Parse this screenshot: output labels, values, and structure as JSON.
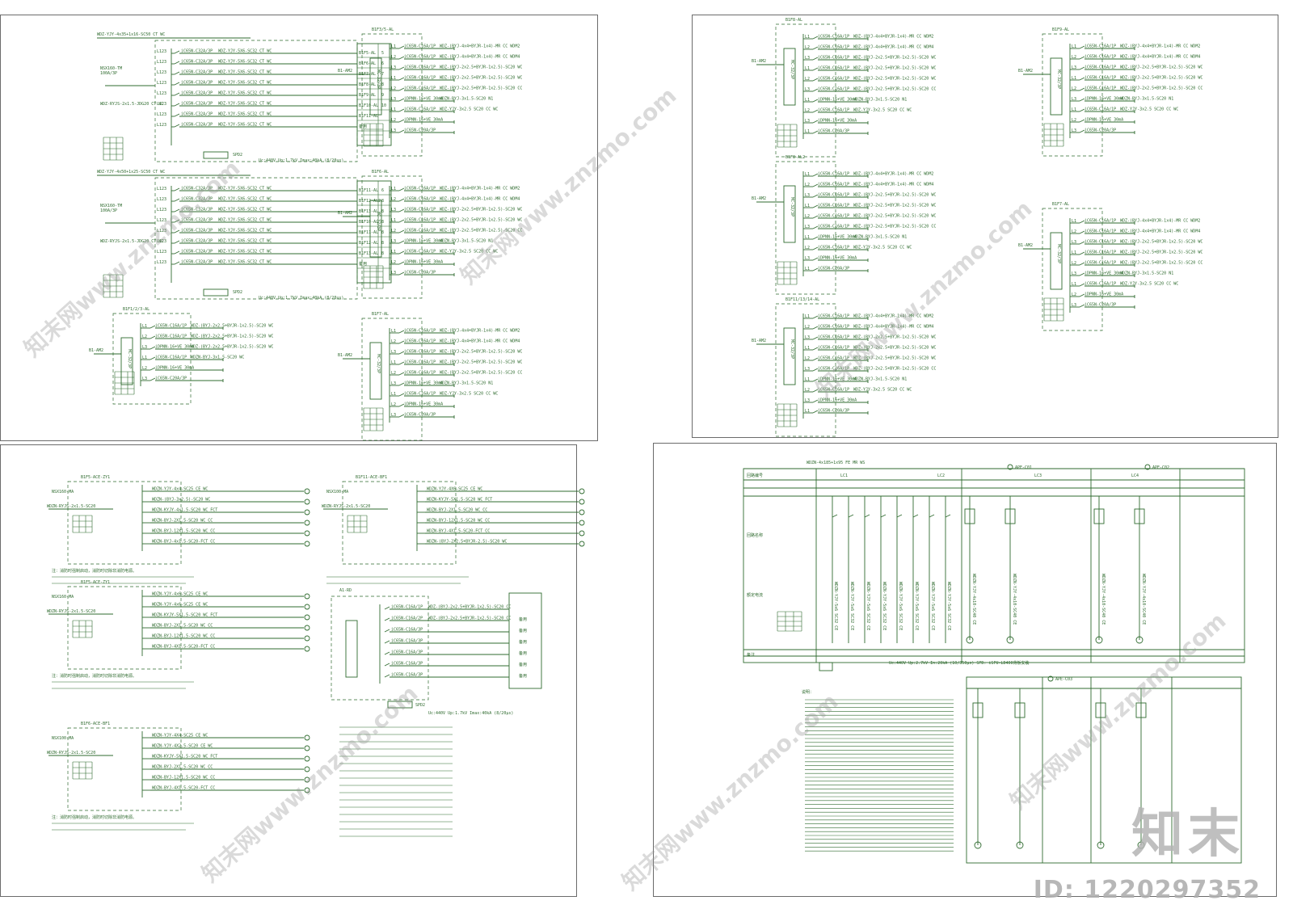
{
  "watermark": {
    "text": "知末网www.znzmo.com",
    "logo": "知末",
    "id_label": "ID: 1220297352"
  },
  "colors": {
    "line": "#2f6b2f",
    "frame": "#6b6b6b",
    "watermark": "#969696"
  },
  "sheet1": {
    "panels": [
      {
        "label": "WDZ-YJY-4x35+1x16-SC50 CT WC",
        "sub": "B1F5-AL",
        "breakers": [
          "iC65N-C32A/3P",
          "iC65N-C32A/3P",
          "iC65N-C32A/3P",
          "iC65N-C32A/3P",
          "iC65N-C32A/3P",
          "iC65N-C32A/3P",
          "iC65N-C32A/3P",
          "iC65N-C32A/3P"
        ],
        "cable": "WDZ-YJY-5X6-SC32 CT WC",
        "targets": [
          "B1F5-AL",
          "B1F6-AL",
          "B1F7-AL",
          "B1F8-AL",
          "B1F9-AL",
          "B1F10-AL",
          "B1F11-AL",
          "备用"
        ],
        "nums": [
          "5",
          "6",
          "7",
          "8",
          "9",
          "10"
        ],
        "spd": "SPD2",
        "spec": "Uc:440V Up:1.7kV Imax:40kA (8/20μs)"
      },
      {
        "label": "WDZ-YJY-4x50+1x25-SC50 CT WC",
        "sub": "B1-AM2",
        "breakers": [
          "iC65N-C32A/3P",
          "iC65N-C32A/3P",
          "iC65N-C32A/3P",
          "iC65N-C32A/3P",
          "iC65N-C32A/3P",
          "iC65N-C32A/3P",
          "iC65N-C32A/3P",
          "iC65N-C32A/3P"
        ],
        "cable": "WDZ-YJY-5X6-SC32 CT WC",
        "targets": [
          "B1F11-AL",
          "B1F12-AL2",
          "B1F13-AL",
          "B1F10-AL",
          "B1F11-AL",
          "B1F12-AL",
          "B1F13-AL",
          "备用"
        ],
        "nums": [
          "6",
          "8",
          "8",
          "8",
          "8",
          "8",
          "8"
        ],
        "spd": "SPD2",
        "spec": "Uc:440V Up:1.7kV Imax:40kA (8/20μs)"
      }
    ],
    "small_panel": {
      "title": "B1F1/2/3-AL",
      "rows": [
        "iC65N-C16A/1P",
        "iC65N-C16A/1P",
        "iDPNN-16+VE 30mA",
        "iC65N-C16A/1P",
        "iDPNN-16+VE 30mA",
        "iC65N-C20A/3P"
      ],
      "cables": [
        "WDZ-(BYJ-2x2.5+BYJR-1x2.5)-SC20 WC",
        "WDZ-(BYJ-2x2.5+BYJR-1x2.5)-SC20 WC",
        "WDZ-(BYJ-2x2.5+BYJR-1x2.5)-SC20 WC",
        "WDZN-BYJ-3x1.5-SC20 WC",
        "",
        ""
      ]
    },
    "branch_panels": [
      {
        "title": "B1F3/5-AL",
        "rows": [
          "iC65N-C16A/1P",
          "iC65N-C16A/1P",
          "iC65N-C16A/1P",
          "iC65N-C16A/1P",
          "iC65N-C16A/1P",
          "iDPNN-16+VE 30mA",
          "iC65N-C16A/1P",
          "iDPNN-16+VE 30mA",
          "iC65N-C20A/3P"
        ],
        "cables": [
          "WDZ-(BYJ-4x4+BYJR-1x4)-MR CC WDM2",
          "WDZ-(BYJ-4x4+BYJR-1x4)-MR CC WDM4",
          "WDZ-(BYJ-2x2.5+BYJR-1x2.5)-SC20 WC",
          "WDZ-(BYJ-2x2.5+BYJR-1x2.5)-SC20 WC",
          "WDZ-(BYJ-2x2.5+BYJR-1x2.5)-SC20 CC",
          "WDZN-BYJ-3x1.5-SC20 N1",
          "WDZ-YJY-3x2.5 SC20 CC WC",
          "",
          ""
        ]
      },
      {
        "title": "B1F6-AL",
        "rows": [
          "iC65N-C16A/1P",
          "iC65N-C16A/1P",
          "iC65N-C16A/1P",
          "iC65N-C16A/1P",
          "iC65N-C16A/1P",
          "iDPNN-16+VE 30mA",
          "iC65N-C16A/1P",
          "iDPNN-16+VE 30mA",
          "iC65N-C20A/3P"
        ],
        "cables": [
          "WDZ-(BYJ-4x4+BYJR-1x4)-MR CC WDM2",
          "WDZ-(BYJ-4x4+BYJR-1x4)-MR CC WDM4",
          "WDZ-(BYJ-2x2.5+BYJR-1x2.5)-SC20 WC",
          "WDZ-(BYJ-2x2.5+BYJR-1x2.5)-SC20 WC",
          "WDZ-(BYJ-2x2.5+BYJR-1x2.5)-SC20 CC",
          "WDZN-BYJ-3x1.5-SC20 N1",
          "WDZ-YJY-3x2.5 SC20 CC WC",
          "",
          ""
        ]
      },
      {
        "title": "B1F7-AL",
        "rows": [
          "iC65N-C16A/1P",
          "iC65N-C16A/1P",
          "iC65N-C16A/1P",
          "iC65N-C16A/1P",
          "iC65N-C16A/1P",
          "iDPNN-16+VE 30mA",
          "iC65N-C16A/1P",
          "iDPNN-16+VE 30mA",
          "iC65N-C20A/3P"
        ],
        "cables": [
          "WDZ-(BYJ-4x4+BYJR-1x4)-MR CC WDM2",
          "WDZ-(BYJ-4x4+BYJR-1x4)-MR CC WDM4",
          "WDZ-(BYJ-2x2.5+BYJR-1x2.5)-SC20 WC",
          "WDZ-(BYJ-2x2.5+BYJR-1x2.5)-SC20 WC",
          "WDZ-(BYJ-2x2.5+BYJR-1x2.5)-SC20 CC",
          "WDZN-BYJ-3x1.5-SC20 N1",
          "WDZ-YJY-3x2.5 SC20 CC WC",
          "",
          ""
        ]
      }
    ]
  },
  "sheet2": {
    "panels": [
      {
        "title": "B1F8-AL",
        "rows": [
          "iC65N-C16A/1P",
          "iC65N-C16A/1P",
          "iC65N-C16A/1P",
          "iC65N-C16A/1P",
          "iC65N-C16A/1P",
          "iC65N-C16A/1P",
          "iDPNN-16+VE 30mA",
          "iC65N-C16A/1P",
          "iDPNN-16+VE 30mA",
          "iC65N-C20A/3P"
        ],
        "cables": [
          "WDZ-(BYJ-4x4+BYJR-1x4)-MR CC WDM2",
          "WDZ-(BYJ-4x4+BYJR-1x4)-MR CC WDM4",
          "WDZ-(BYJ-2x2.5+BYJR-1x2.5)-SC20 WC",
          "WDZ-(BYJ-2x2.5+BYJR-1x2.5)-SC20 WC",
          "WDZ-(BYJ-2x2.5+BYJR-1x2.5)-SC20 WC",
          "WDZ-(BYJ-2x2.5+BYJR-1x2.5)-SC20 CC",
          "WDZN-BYJ-3x1.5-SC20 N1",
          "WDZ-YJY-3x2.5 SC20 CC WC",
          "",
          ""
        ]
      },
      {
        "title": "B1F8-AL2",
        "rows": [
          "iC65N-C16A/1P",
          "iC65N-C16A/1P",
          "iC65N-C16A/1P",
          "iC65N-C16A/1P",
          "iC65N-C16A/1P",
          "iC65N-C16A/1P",
          "iDPNN-16+VE 30mA",
          "iC65N-C16A/1P",
          "iDPNN-16+VE 30mA",
          "iC65N-C20A/3P"
        ],
        "cables": [
          "WDZ-(BYJ-4x4+BYJR-1x4)-MR CC WDM2",
          "WDZ-(BYJ-4x4+BYJR-1x4)-MR CC WDM4",
          "WDZ-(BYJ-2x2.5+BYJR-1x2.5)-SC20 WC",
          "WDZ-(BYJ-2x2.5+BYJR-1x2.5)-SC20 WC",
          "WDZ-(BYJ-2x2.5+BYJR-1x2.5)-SC20 WC",
          "WDZ-(BYJ-2x2.5+BYJR-1x2.5)-SC20 CC",
          "WDZN-BYJ-3x1.5-SC20 N1",
          "WDZ-YJY-3x2.5 SC20 CC WC",
          "",
          ""
        ]
      },
      {
        "title": "B1F11/13/14-AL",
        "rows": [
          "iC65N-C16A/1P",
          "iC65N-C16A/1P",
          "iC65N-C16A/1P",
          "iC65N-C16A/1P",
          "iC65N-C16A/1P",
          "iC65N-C16A/1P",
          "iDPNN-16+VE 30mA",
          "iC65N-C16A/1P",
          "iDPNN-16+VE 30mA",
          "iC65N-C20A/3P"
        ],
        "cables": [
          "WDZ-(BYJ-4x4+BYJR-1x4)-MR CC WDM2",
          "WDZ-(BYJ-4x4+BYJR-1x4)-MR CC WDM4",
          "WDZ-(BYJ-2x2.5+BYJR-1x2.5)-SC20 WC",
          "WDZ-(BYJ-2x2.5+BYJR-1x2.5)-SC20 WC",
          "WDZ-(BYJ-2x2.5+BYJR-1x2.5)-SC20 WC",
          "WDZ-(BYJ-2x2.5+BYJR-1x2.5)-SC20 CC",
          "WDZN-BYJ-3x1.5-SC20 N1",
          "WDZ-YJY-3x2.5 SC20 CC WC",
          "",
          ""
        ]
      },
      {
        "title": "B1F9-AL",
        "rows": [
          "iC65N-C16A/1P",
          "iC65N-C16A/1P",
          "iC65N-C16A/1P",
          "iC65N-C16A/1P",
          "iC65N-C16A/1P",
          "iDPNN-16+VE 30mA",
          "iC65N-C16A/1P",
          "iDPNN-16+VE 30mA",
          "iC65N-C20A/3P"
        ],
        "cables": [
          "WDZ-(BYJ-4x4+BYJR-1x4)-MR CC WDM2",
          "WDZ-(BYJ-4x4+BYJR-1x4)-MR CC WDM4",
          "WDZ-(BYJ-2x2.5+BYJR-1x2.5)-SC20 WC",
          "WDZ-(BYJ-2x2.5+BYJR-1x2.5)-SC20 WC",
          "WDZ-(BYJ-2x2.5+BYJR-1x2.5)-SC20 CC",
          "WDZN-BYJ-3x1.5-SC20 N1",
          "WDZ-YJY-3x2.5 SC20 CC WC",
          "",
          ""
        ]
      },
      {
        "title": "B1F7-AL",
        "rows": [
          "iC65N-C16A/1P",
          "iC65N-C16A/1P",
          "iC65N-C16A/1P",
          "iC65N-C16A/1P",
          "iC65N-C16A/1P",
          "iDPNN-16+VE 30mA",
          "iC65N-C16A/1P",
          "iDPNN-16+VE 30mA",
          "iC65N-C20A/3P"
        ],
        "cables": [
          "WDZ-(BYJ-4x4+BYJR-1x4)-MR CC WDM2",
          "WDZ-(BYJ-4x4+BYJR-1x4)-MR CC WDM4",
          "WDZ-(BYJ-2x2.5+BYJR-1x2.5)-SC20 WC",
          "WDZ-(BYJ-2x2.5+BYJR-1x2.5)-SC20 WC",
          "WDZ-(BYJ-2x2.5+BYJR-1x2.5)-SC20 CC",
          "WDZN-BYJ-3x1.5-SC20 N1",
          "WDZ-YJY-3x2.5 SC20 CC WC",
          "",
          ""
        ]
      }
    ]
  },
  "sheet3": {
    "left_blocks": [
      {
        "title": "B1F5-ACE-ZY1",
        "breaker": "NSX160-MA",
        "rows": [
          "WDZN-YJY-4x4-SC25 CE WC",
          "WDZN-(BYJ-3x2.5)-SC20 WC",
          "WDZN-KYJY-4x1.5-SC20 WC FCT",
          "WDZN-BYJ-2X1.5-SC20 WC CC",
          "WDZN-BYJ-12X1.5-SC20 WC CC",
          "WDZN-BYJ-4x1.5-SC20-FCT CC"
        ],
        "note": "注：消防时强制启动，消防时切除非消防电源。"
      },
      {
        "title": "B1F5-ACE-ZY1",
        "breaker": "NSX160-MA",
        "rows": [
          "WDZN-YJY-4x6-SC25 CE WC",
          "WDZN-YJY-4x6-SC25 CE WC",
          "WDZN-KYJY-5X1.5-SC20 WC FCT",
          "WDZN-BYJ-2X1.5-SC20 WC CC",
          "WDZN-BYJ-12X1.5-SC20 WC CC",
          "WDZN-BYJ-4X1.5-SC20-FCT CC"
        ],
        "note": "注：消防时强制启动，消防时切除非消防电源。"
      },
      {
        "title": "B1F6-ACE-BF1",
        "breaker": "NSX100-MA",
        "rows": [
          "WDZN-YJY-4X4-SC25 CE WC",
          "WDZN-YJY-4X2.5-SC20 CE WC",
          "WDZN-KYJY-5X1.5-SC20 WC FCT",
          "WDZN-BYJ-2X1.5-SC20 WC CC",
          "WDZN-BYJ-12X1.5-SC20 WC CC",
          "WDZN-BYJ-4X1.5-SC20-FCT CC"
        ],
        "note": "注：消防时强制启动，消防时切除非消防电源。"
      }
    ],
    "right_top": {
      "title": "B1F11-ACE-BF1",
      "breaker": "NSX100-MA",
      "rows": [
        "WDZN-YJY-4X6-SC25 CE WC",
        "WDZN-KYJY-5X1.5-SC20 WC FCT",
        "WDZN-BYJ-2X1.5-SC20 WC CC",
        "WDZN-BYJ-12X1.5-SC20 WC CC",
        "WDZN-BYJ-4X1.5-SC20-FCT CC",
        "WDZN-(BYJ-2X2.5+BYJR-2.5)-SC20 WC"
      ]
    },
    "right_panel": {
      "title": "A1-RD",
      "rows": [
        "iC65N-C16A/1P",
        "iC65N-C16A/2P",
        "iC65N-C16A/3P",
        "iC65N-C16A/3P",
        "iC65N-C16A/3P",
        "iC65N-C16A/3P",
        "iC65N-C16A/3P"
      ],
      "cables": [
        "WDZ-(BYJ-2x2.5+BYJR-1x2.5)-SC20 CC",
        "WDZ-(BYJ-2x2.5+BYJR-1x2.5)-SC20 CC",
        "",
        "",
        "",
        "",
        ""
      ],
      "spare": [
        "备用",
        "备用",
        "备用",
        "备用",
        "备用",
        "备用"
      ],
      "spd": "SPD2",
      "spec": "Uc:440V Up:1.7kV Imax:40kA (8/20μs)"
    }
  },
  "sheet4": {
    "top_feeder": "WDZN-4x185+1x95 FE MR WS",
    "header_cols": [
      "LC1",
      "LC2",
      "LC3",
      "LC4"
    ],
    "cabinet_ids": [
      "APE-C01",
      "APE-C02",
      "APE-C03"
    ],
    "legend_labels": [
      "回路编号",
      "回路名称",
      "额定电流",
      "备注"
    ],
    "spd": "Uc:440V Up:2.7kV  In:20kA (10/350μs)  SPD: iSPU-LD400背板安装",
    "notes_title": "说明："
  }
}
